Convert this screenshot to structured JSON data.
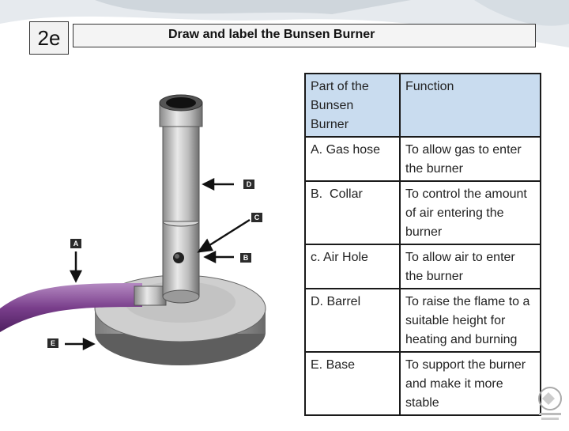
{
  "slide_number": "2e",
  "title": "Draw and label the Bunsen Burner",
  "diagram_labels": {
    "a": "A",
    "b": "B",
    "c": "C",
    "d": "D",
    "e": "E"
  },
  "table": {
    "header": {
      "part": "Part of the Bunsen Burner",
      "function": "Function"
    },
    "rows": [
      {
        "part": "A. Gas hose",
        "function": "To allow gas to enter the burner"
      },
      {
        "part": "B.  Collar",
        "function": "To control the amount of air entering the burner"
      },
      {
        "part": "c. Air Hole",
        "function": "To allow air to enter the burner"
      },
      {
        "part": "D. Barrel",
        "function": "To raise the flame to a suitable height for heating and burning"
      },
      {
        "part": "E. Base",
        "function": "To support the burner and make it more stable"
      }
    ]
  },
  "colors": {
    "header_fill": "#c9dcef",
    "gas_hose": "#7a3f8c"
  },
  "icons": [
    "slide-number-badge",
    "bunsen-burner-illustration",
    "arrow-icon",
    "logo-icon"
  ]
}
